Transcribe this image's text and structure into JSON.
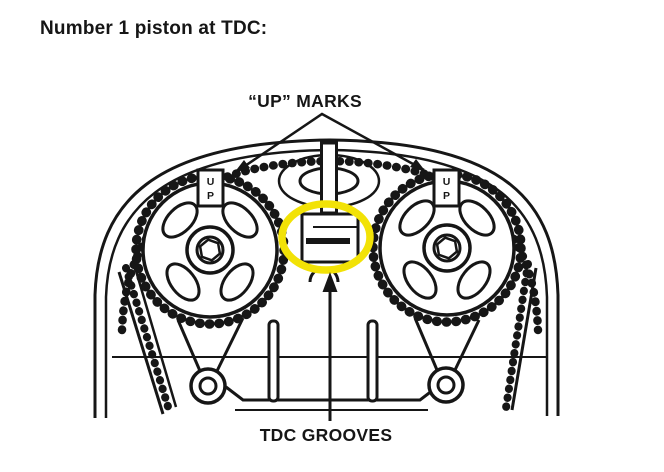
{
  "title": "Number 1 piston at TDC:",
  "labels": {
    "up_marks": "“UP” MARKS",
    "tdc_grooves": "TDC GROOVES"
  },
  "sprockets": {
    "left_mark_line1": "U",
    "left_mark_line2": "P",
    "right_mark_line1": "U",
    "right_mark_line2": "P"
  },
  "colors": {
    "highlight": "#f2e206",
    "ink": "#161616"
  }
}
